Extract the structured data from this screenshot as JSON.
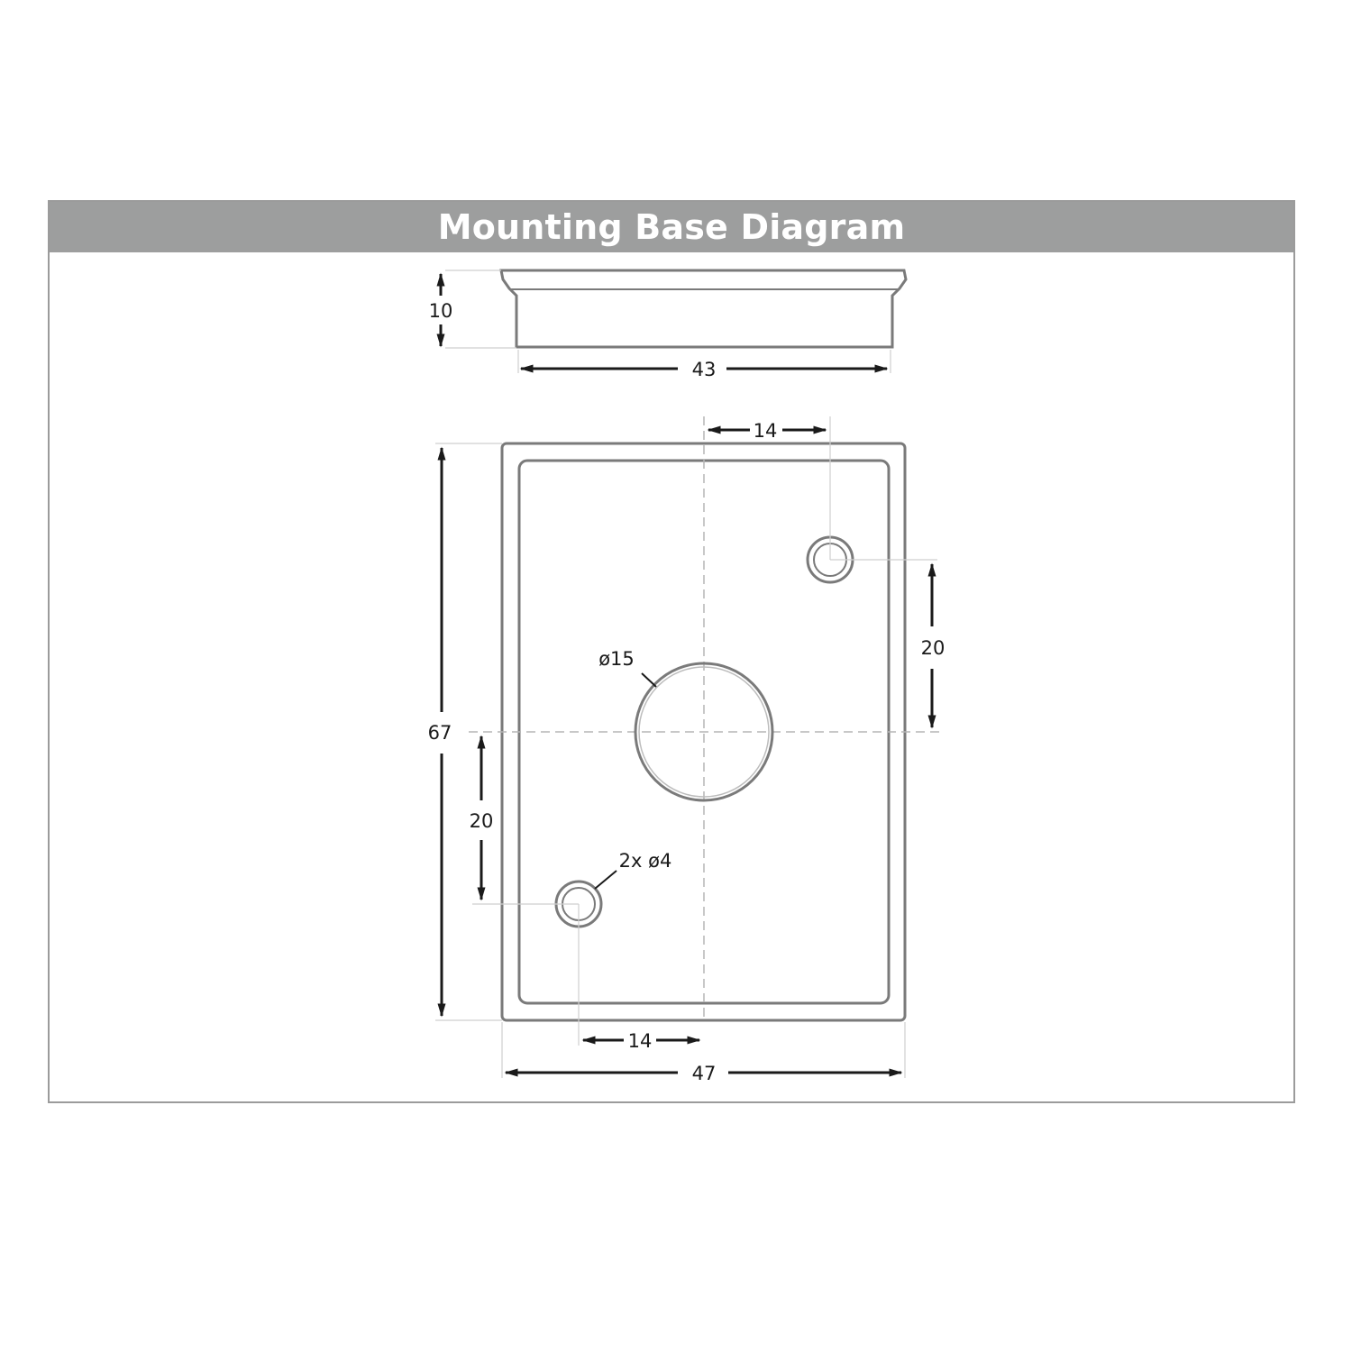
{
  "title": "Mounting Base Diagram",
  "side_view": {
    "height_label": "10",
    "width_label": "43"
  },
  "top_view": {
    "top_offset_label": "14",
    "right_offset_label": "20",
    "center_hole_label": "ø15",
    "overall_height_label": "67",
    "left_offset_label": "20",
    "small_holes_label": "2x ø4",
    "bottom_offset_label": "14",
    "overall_width_label": "47"
  },
  "colors": {
    "title_bar": "#9d9e9e",
    "frame": "#9b9b9b",
    "part_outline": "#7a7a7a",
    "centerline": "#b5b5b5"
  }
}
